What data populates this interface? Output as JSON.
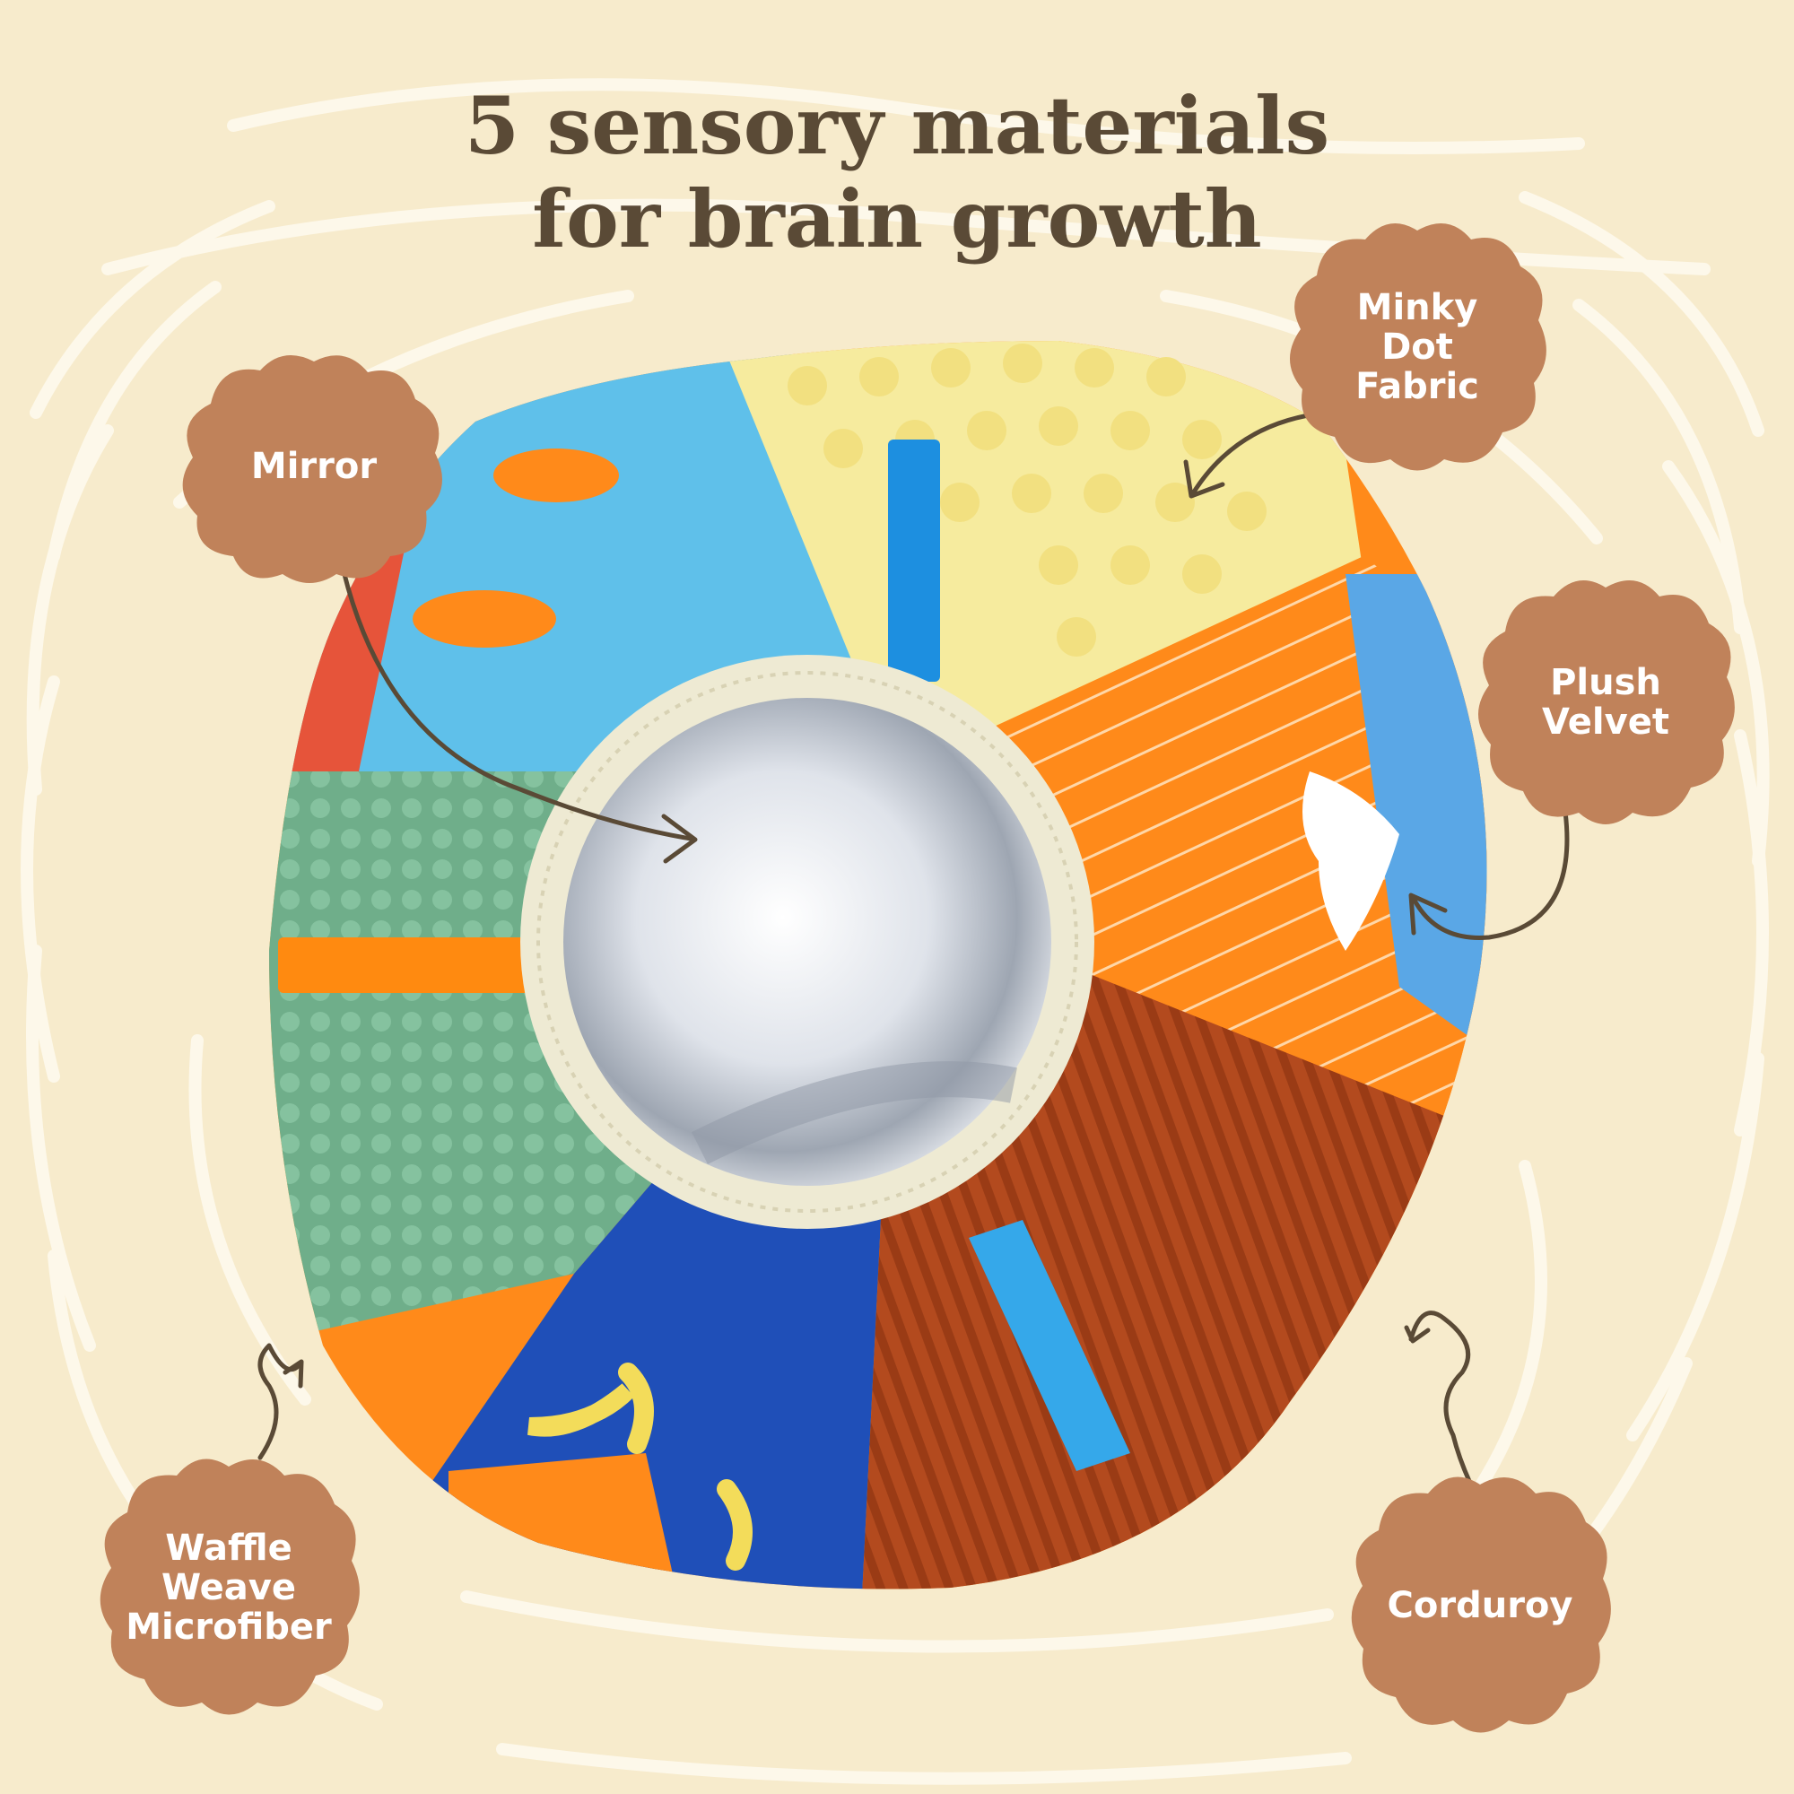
{
  "headline": {
    "line1": "5 sensory materials",
    "line2": "for brain growth"
  },
  "colors": {
    "background": "#f7ebcc",
    "wave": "#fbf5e4",
    "headline": "#5a4a36",
    "badge": "#c0825a",
    "badge_text": "#ffffff",
    "arrow": "#5a4a36"
  },
  "badges": {
    "mirror": "Mirror",
    "minky": "Minky\nDot\nFabric",
    "plush": "Plush\nVelvet",
    "waffle": "Waffle\nWeave\nMicrofiber",
    "corduroy": "Corduroy"
  },
  "product": {
    "name": "sensory-ball-toy"
  }
}
